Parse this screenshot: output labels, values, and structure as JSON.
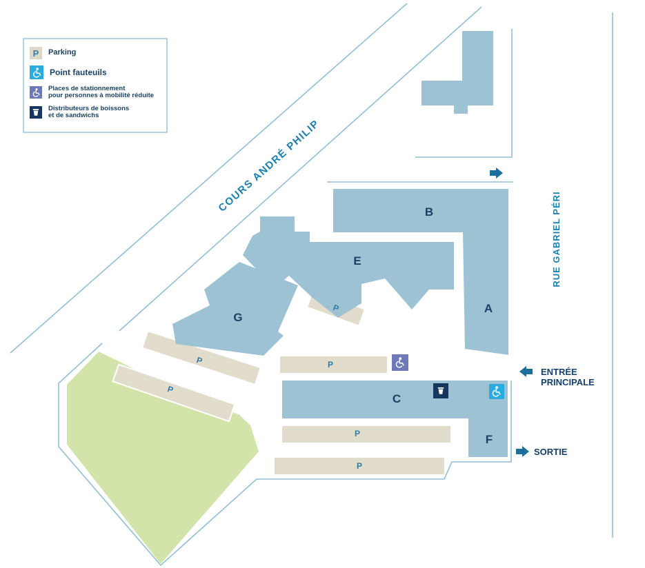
{
  "legend": {
    "items": [
      {
        "icon": "parking-icon",
        "label_lines": [
          "Parking"
        ]
      },
      {
        "icon": "wheelchair-icon",
        "label_lines": [
          "Point fauteuils"
        ]
      },
      {
        "icon": "accessible-parking-icon",
        "label_lines": [
          "Places de stationnement",
          "pour personnes à mobilité réduite"
        ]
      },
      {
        "icon": "vending-machine-icon",
        "label_lines": [
          "Distributeurs de boissons",
          "et de sandwichs"
        ]
      }
    ]
  },
  "streets": {
    "cours": "COURS ANDRÉ PHILIP",
    "rue": "RUE GABRIEL PÉRI"
  },
  "buildings": {
    "a": "A",
    "b": "B",
    "c": "C",
    "e": "E",
    "f": "F",
    "g": "G"
  },
  "parking_label": "P",
  "markers": {
    "entrance_line1": "ENTRÉE",
    "entrance_line2": "PRINCIPALE",
    "exit": "SORTIE"
  },
  "map_icons": [
    {
      "name": "accessible-parking-icon",
      "meaning": "Places de stationnement pour personnes à mobilité réduite"
    },
    {
      "name": "vending-machine-icon",
      "meaning": "Distributeurs de boissons et de sandwichs"
    },
    {
      "name": "wheelchair-point-icon",
      "meaning": "Point fauteuils"
    }
  ],
  "colors": {
    "building_fill": "#9cc2d4",
    "parking_fill": "#e2dccd",
    "green_area": "#d2e4aa",
    "boundary_line": "#93bdd3",
    "street_text": "#1c7fad",
    "label_navy": "#1b4265",
    "arrow": "#1c6f9c",
    "p_text": "#2e7ca5",
    "legend_cyan": "#29abe2",
    "legend_purple": "#6f79b8",
    "legend_navy": "#17375e",
    "legend_parking_tile": "#ded8cb"
  }
}
